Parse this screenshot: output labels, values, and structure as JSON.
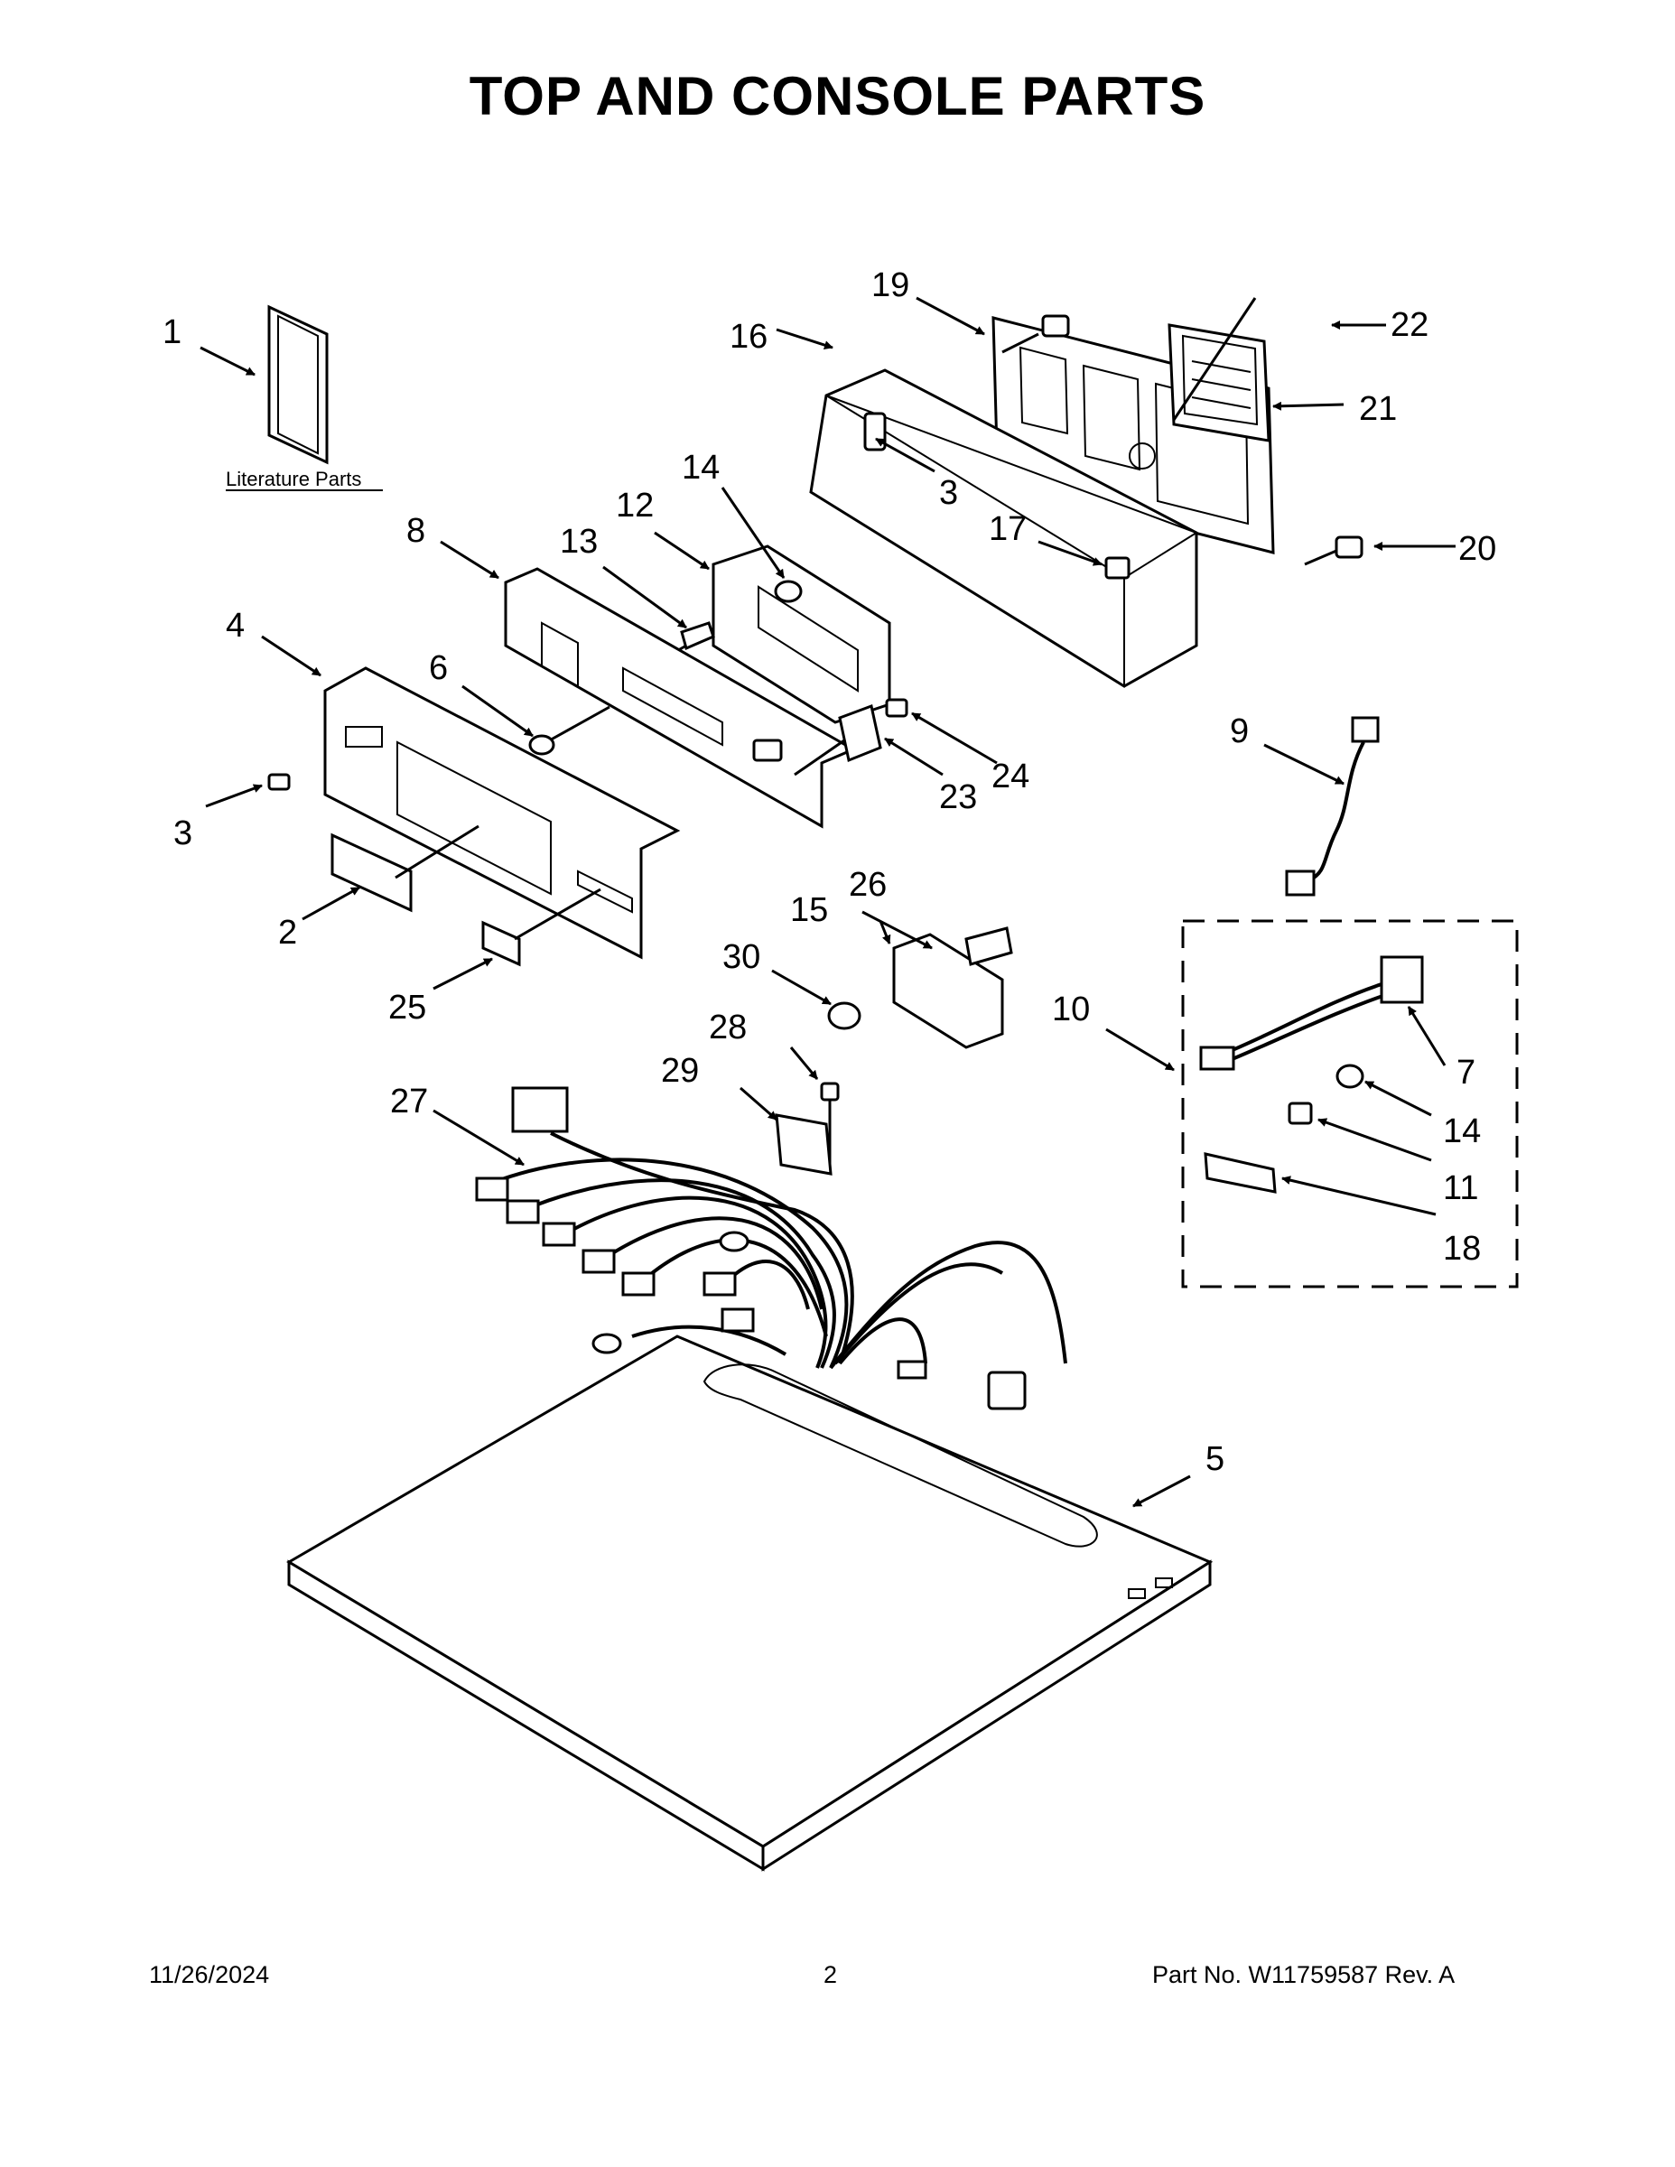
{
  "title": "TOP AND CONSOLE PARTS",
  "literature_label": "Literature Parts",
  "callouts": {
    "p1": "1",
    "p2": "2",
    "p3a": "3",
    "p3b": "3",
    "p4": "4",
    "p5": "5",
    "p6": "6",
    "p7": "7",
    "p8": "8",
    "p9": "9",
    "p10": "10",
    "p11": "11",
    "p12": "12",
    "p13": "13",
    "p14a": "14",
    "p14b": "14",
    "p15": "15",
    "p16": "16",
    "p17": "17",
    "p18": "18",
    "p19": "19",
    "p20": "20",
    "p21": "21",
    "p22": "22",
    "p23": "23",
    "p24": "24",
    "p25": "25",
    "p26": "26",
    "p27": "27",
    "p28": "28",
    "p29": "29",
    "p30": "30"
  },
  "footer": {
    "date": "11/26/2024",
    "page": "2",
    "part_no": "Part No.  W11759587  Rev.  A"
  }
}
